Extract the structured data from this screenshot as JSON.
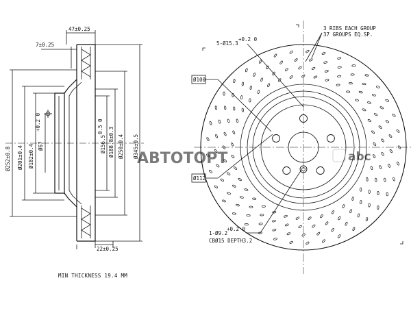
{
  "side_view": {
    "dim_top_width": "47±0.25",
    "dim_hat_step": "7±0.25",
    "dim_bottom_width": "22±0.25",
    "dia_252": "Ø252±0.8",
    "dia_201": "Ø201±0.4",
    "dia_182": "Ø182±0.4",
    "dia_67": "Ø67",
    "dia_67_tol": "+0.2 0",
    "dia_156": "Ø156.5",
    "dia_156_tol": "0.5 0",
    "dia_188": "Ø188.8±0.3",
    "dia_250": "Ø250±0.4",
    "dia_345": "Ø345±0.5",
    "min_thickness": "MIN THICKNESS 19.4 MM"
  },
  "front_view": {
    "ribs_line1": "3 RIBS EACH GROUP",
    "ribs_line2": "37 GROUPS EQ.SP.",
    "holes_5": "5-Ø15.3",
    "holes_5_tol": "+0.2 0",
    "dia_100": "Ø100",
    "dia_112": "Ø112",
    "hole_1": "1-Ø9.2",
    "hole_1_tol": "+0.2 0",
    "cbore": "CBØ15 DEPTH3.2"
  },
  "watermark": {
    "brand": "ABTOTOPT",
    "logo_text": "abc"
  },
  "colors": {
    "line": "#111111",
    "watermark": "#c8c8c8"
  }
}
